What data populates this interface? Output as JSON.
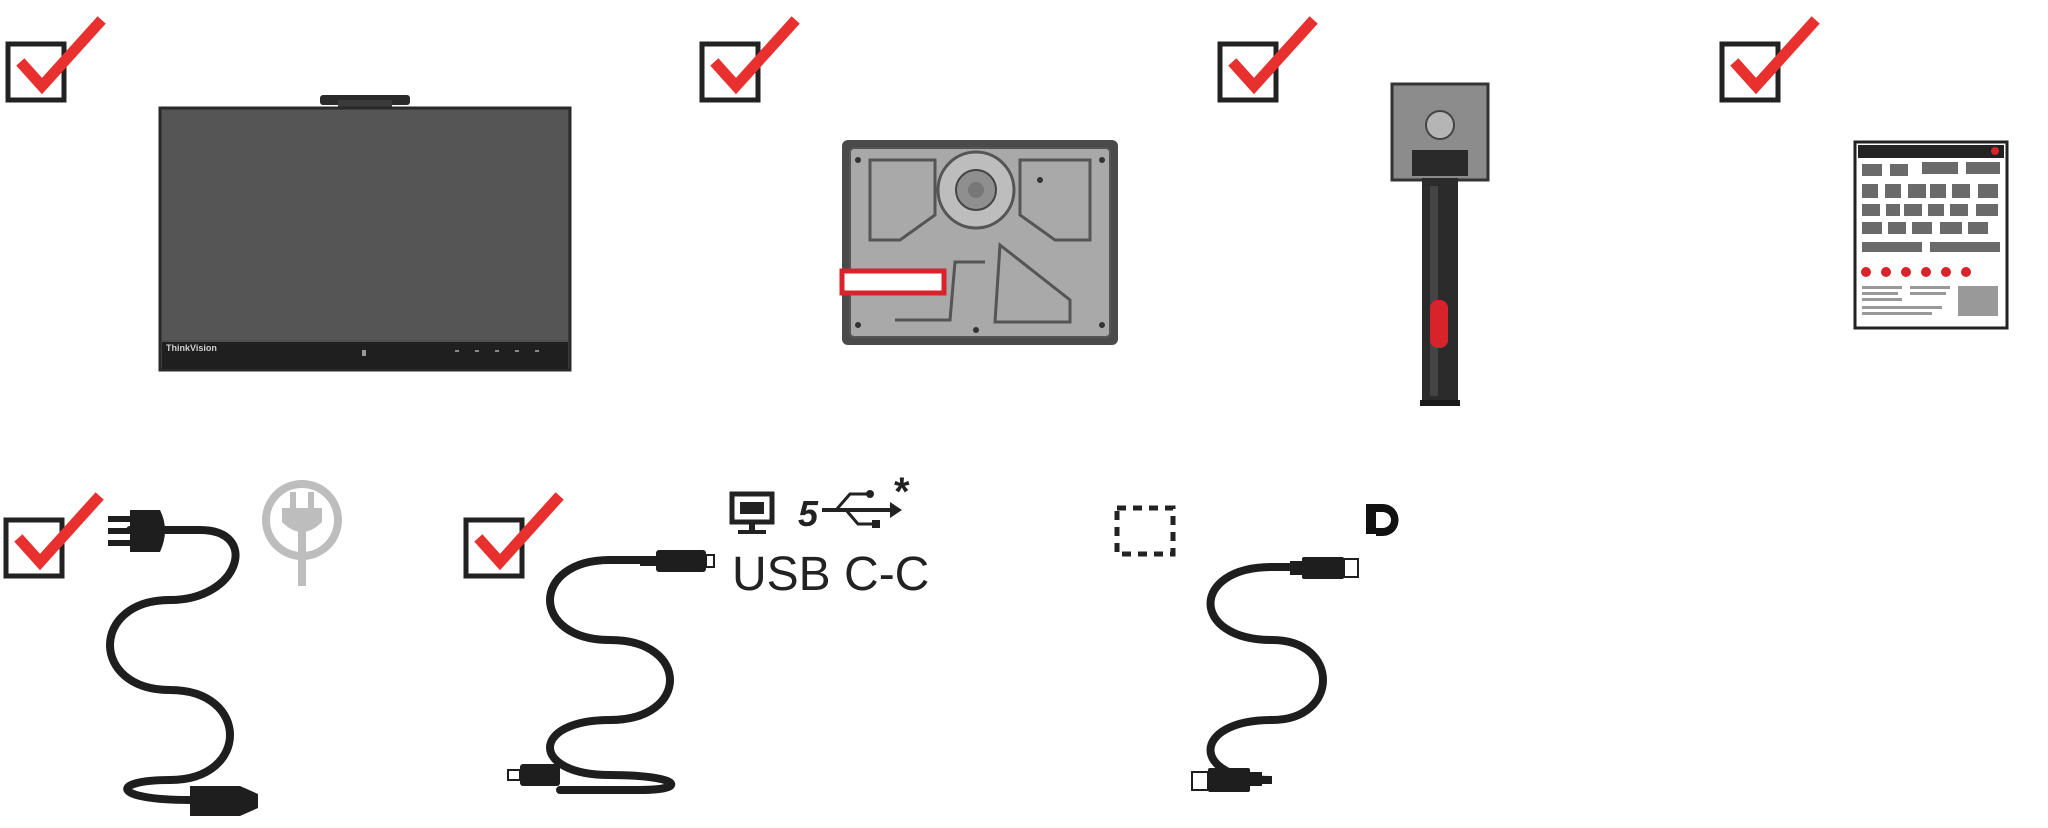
{
  "items": [
    {
      "id": "monitor",
      "checked": true
    },
    {
      "id": "stand-base",
      "checked": true
    },
    {
      "id": "stand-neck",
      "checked": true
    },
    {
      "id": "quick-setup-guide",
      "checked": true
    },
    {
      "id": "power-cable",
      "checked": true
    },
    {
      "id": "usb-c-cable",
      "checked": true,
      "label": "USB C-C",
      "footnote": "*"
    },
    {
      "id": "displayport-cable",
      "checked": false
    }
  ],
  "brand": {
    "monitor_logo": "ThinkVision"
  },
  "icons": {
    "checkbox_checked": "checkbox-checked-icon",
    "checkbox_optional": "checkbox-dashed-icon",
    "power": "power-plug-icon",
    "usb": "usb-5gbps-icon",
    "display": "monitor-icon",
    "displayport": "displayport-logo-icon"
  },
  "colors": {
    "check": "#e8312f",
    "box": "#222222",
    "accent_red": "#d9232a",
    "cable": "#1e1e1e"
  }
}
